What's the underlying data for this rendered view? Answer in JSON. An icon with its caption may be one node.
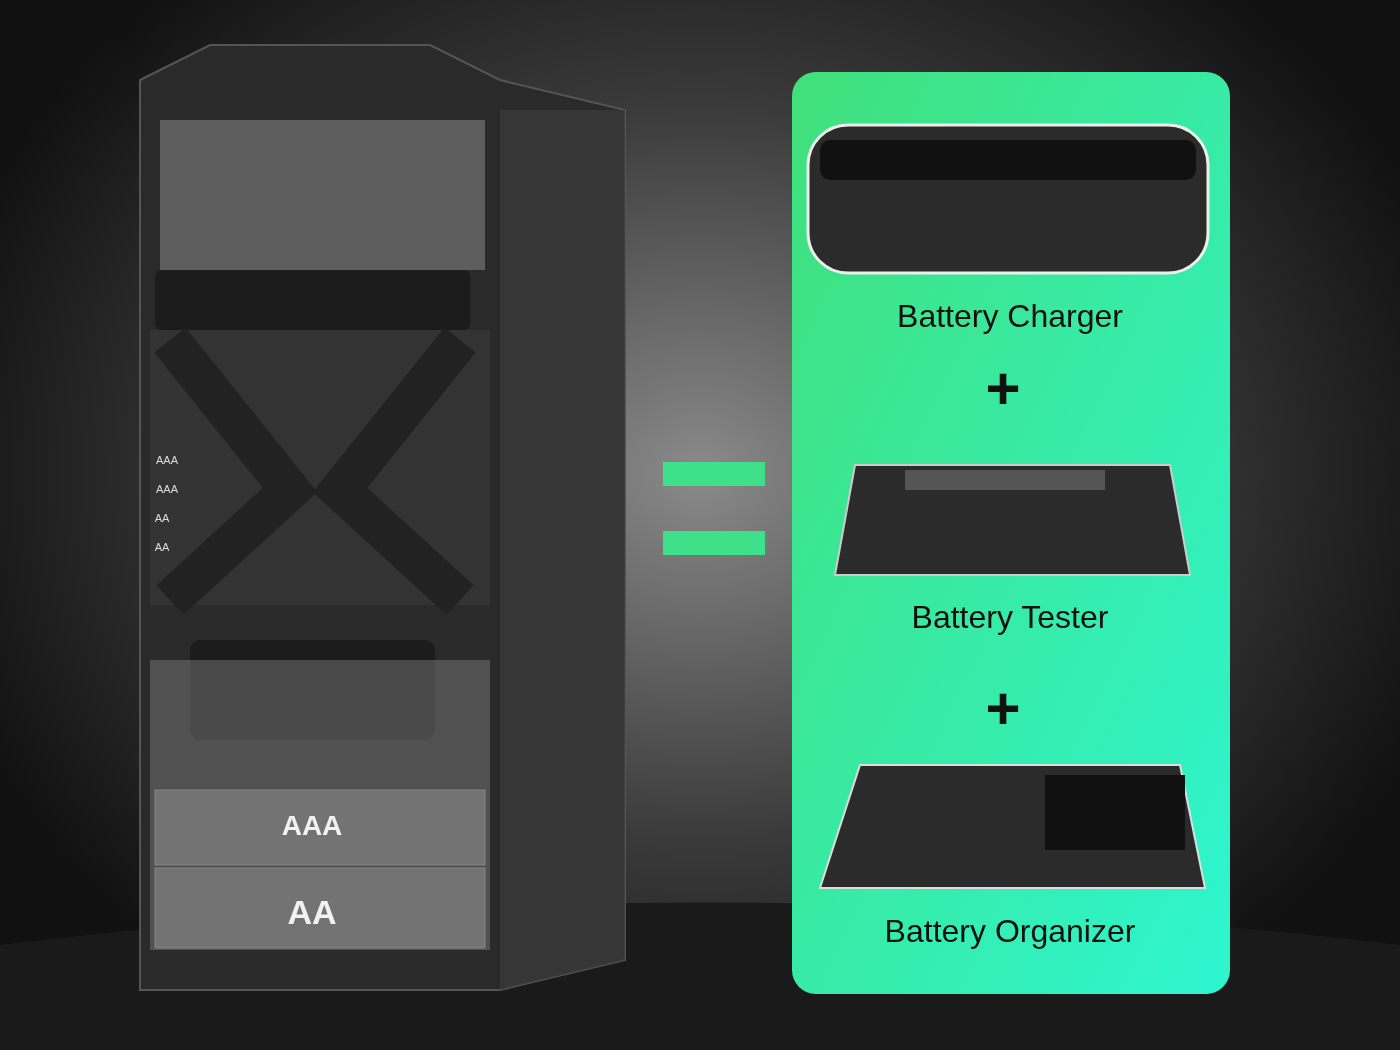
{
  "diagram": {
    "labels": [
      "AAA",
      "AAA",
      "AA",
      "AA",
      "AAA",
      "AA",
      "Battery Charger",
      "+",
      "Battery Tester",
      "+",
      "Battery Organizer"
    ]
  }
}
